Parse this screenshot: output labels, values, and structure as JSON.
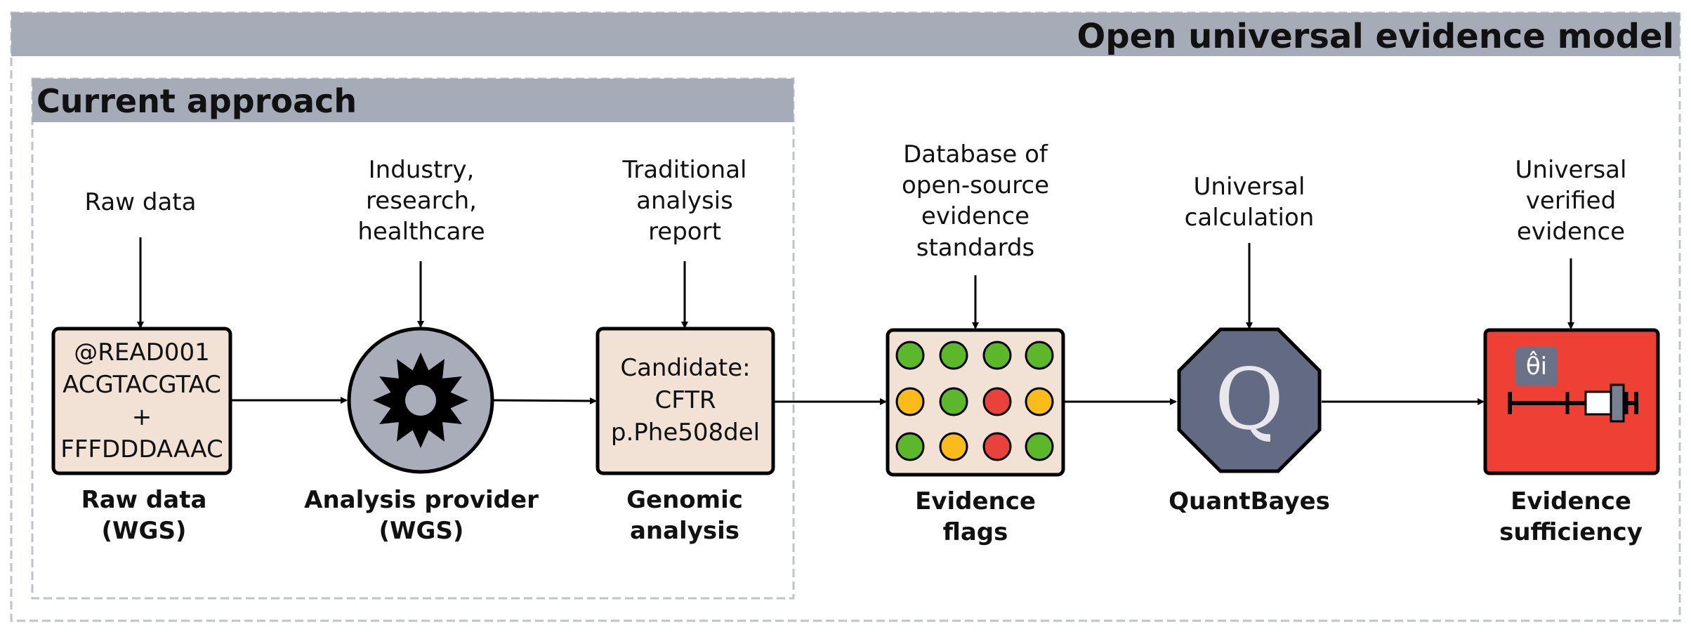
{
  "outer_title": "Open universal evidence model",
  "inner_title": "Current approach",
  "stages": [
    {
      "input": [
        "Raw data"
      ],
      "box_lines": [
        "@READ001",
        "ACGTACGTAC",
        "+",
        "FFFDDDAAAC"
      ],
      "caption": [
        "Raw data",
        "(WGS)"
      ]
    },
    {
      "input": [
        "Industry,",
        "research,",
        "healthcare"
      ],
      "caption": [
        "Analysis provider",
        "(WGS)"
      ]
    },
    {
      "input": [
        "Traditional",
        "analysis",
        "report"
      ],
      "box_lines": [
        "Candidate:",
        "CFTR",
        "p.Phe508del"
      ],
      "caption": [
        "Genomic",
        "analysis"
      ]
    },
    {
      "input": [
        "Database of",
        "open-source",
        "evidence",
        "standards"
      ],
      "caption": [
        "Evidence",
        "flags"
      ]
    },
    {
      "input": [
        "Universal",
        "calculation"
      ],
      "symbol": "Q",
      "caption": [
        "QuantBayes"
      ]
    },
    {
      "input": [
        "Universal",
        "verified",
        "evidence"
      ],
      "symbol": "θ̂i",
      "caption": [
        "Evidence",
        "sufficiency"
      ]
    }
  ],
  "flag_grid": [
    [
      "green",
      "green",
      "green",
      "green"
    ],
    [
      "yellow",
      "green",
      "red",
      "yellow"
    ],
    [
      "green",
      "yellow",
      "red",
      "green"
    ]
  ],
  "colors": {
    "banner": "#a6abb8",
    "box_fill": "#f2e2d5",
    "gear_circle": "#a8adb9",
    "octagon": "#636b84",
    "sufficiency": "#ee4035",
    "green": "#5cb82a",
    "yellow": "#fbbb1a",
    "red": "#e8423a"
  }
}
